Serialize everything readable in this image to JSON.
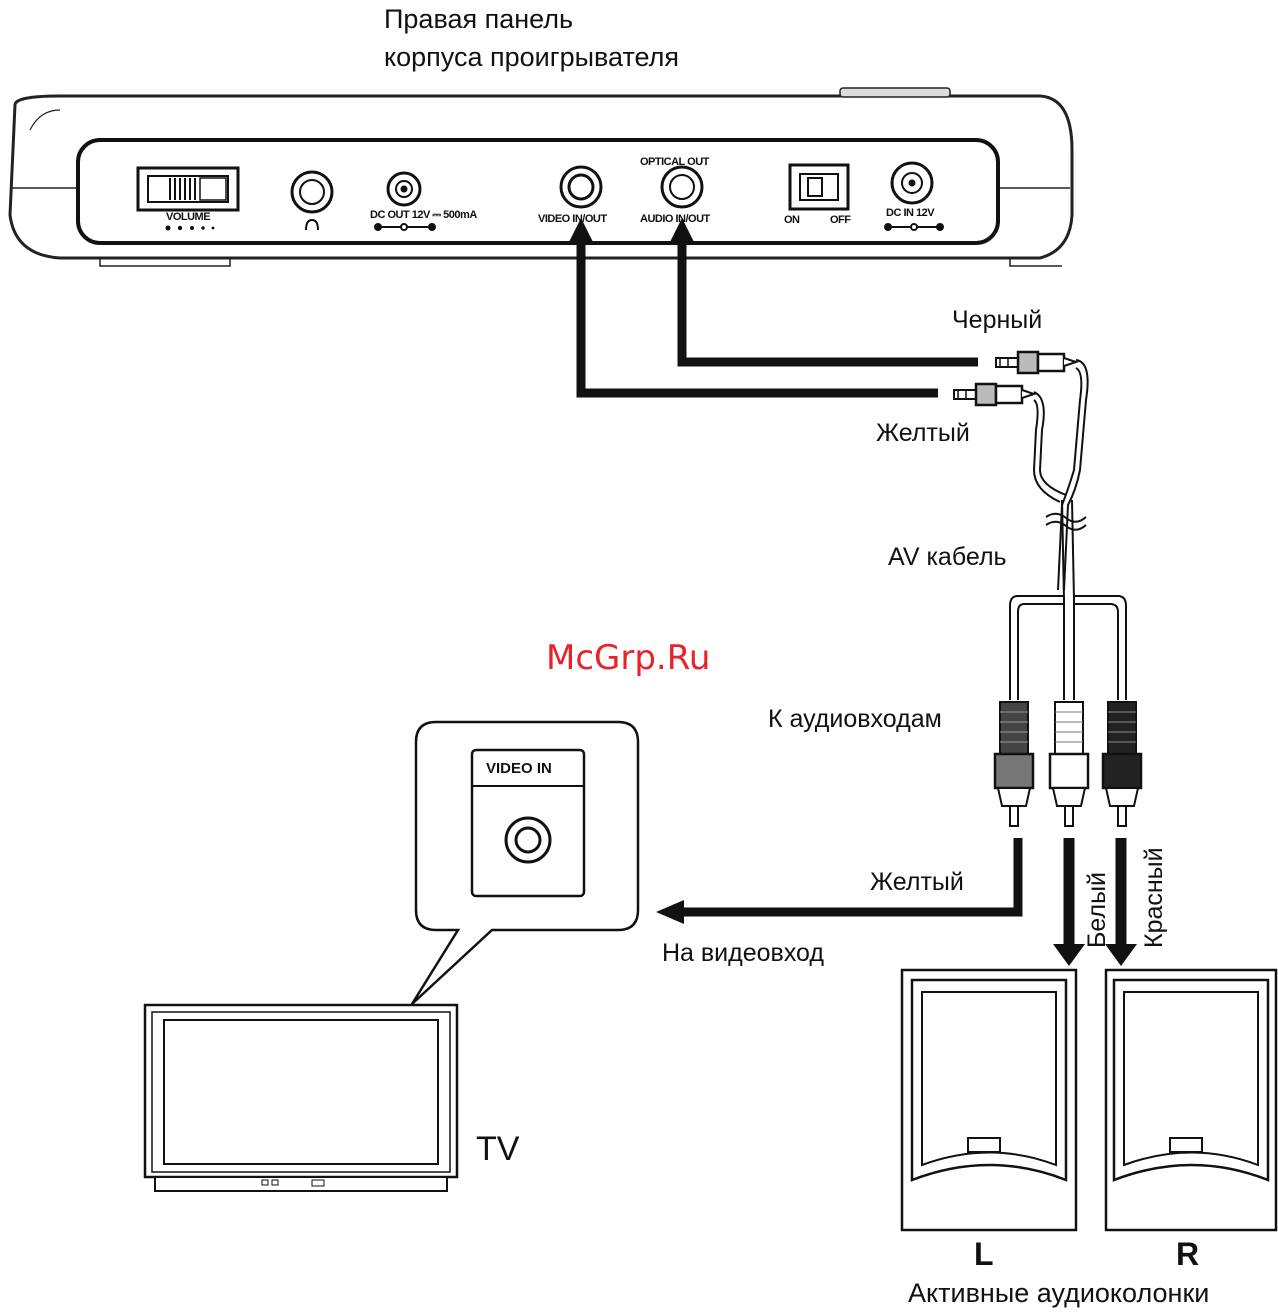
{
  "title": "Правая панель корпуса проигрывателя",
  "title_line1": "Правая панель",
  "title_line2": "корпуса проигрывателя",
  "panel": {
    "volume_label": "VOLUME",
    "dc_out_label": "DC OUT 12V ⎓ 500mA",
    "video_io_label": "VIDEO IN/OUT",
    "optical_out_label": "OPTICAL OUT",
    "audio_io_label": "AUDIO IN/OUT",
    "on_label": "ON",
    "off_label": "OFF",
    "dc_in_label": "DC IN 12V"
  },
  "cable": {
    "black_label": "Черный",
    "yellow_label": "Желтый",
    "av_cable_label": "AV кабель",
    "to_audio_inputs_label": "К аудиовходам"
  },
  "tv": {
    "video_in_label": "VIDEO IN",
    "yellow_label": "Желтый",
    "to_video_input_label": "На видеовход",
    "tv_label": "TV"
  },
  "speakers": {
    "white_label": "Белый",
    "red_label": "Красный",
    "left_label": "L",
    "right_label": "R",
    "caption": "Активные аудиоколонки"
  },
  "watermark": "McGrp.Ru",
  "colors": {
    "line": "#111111",
    "watermark": "#e8222a"
  }
}
